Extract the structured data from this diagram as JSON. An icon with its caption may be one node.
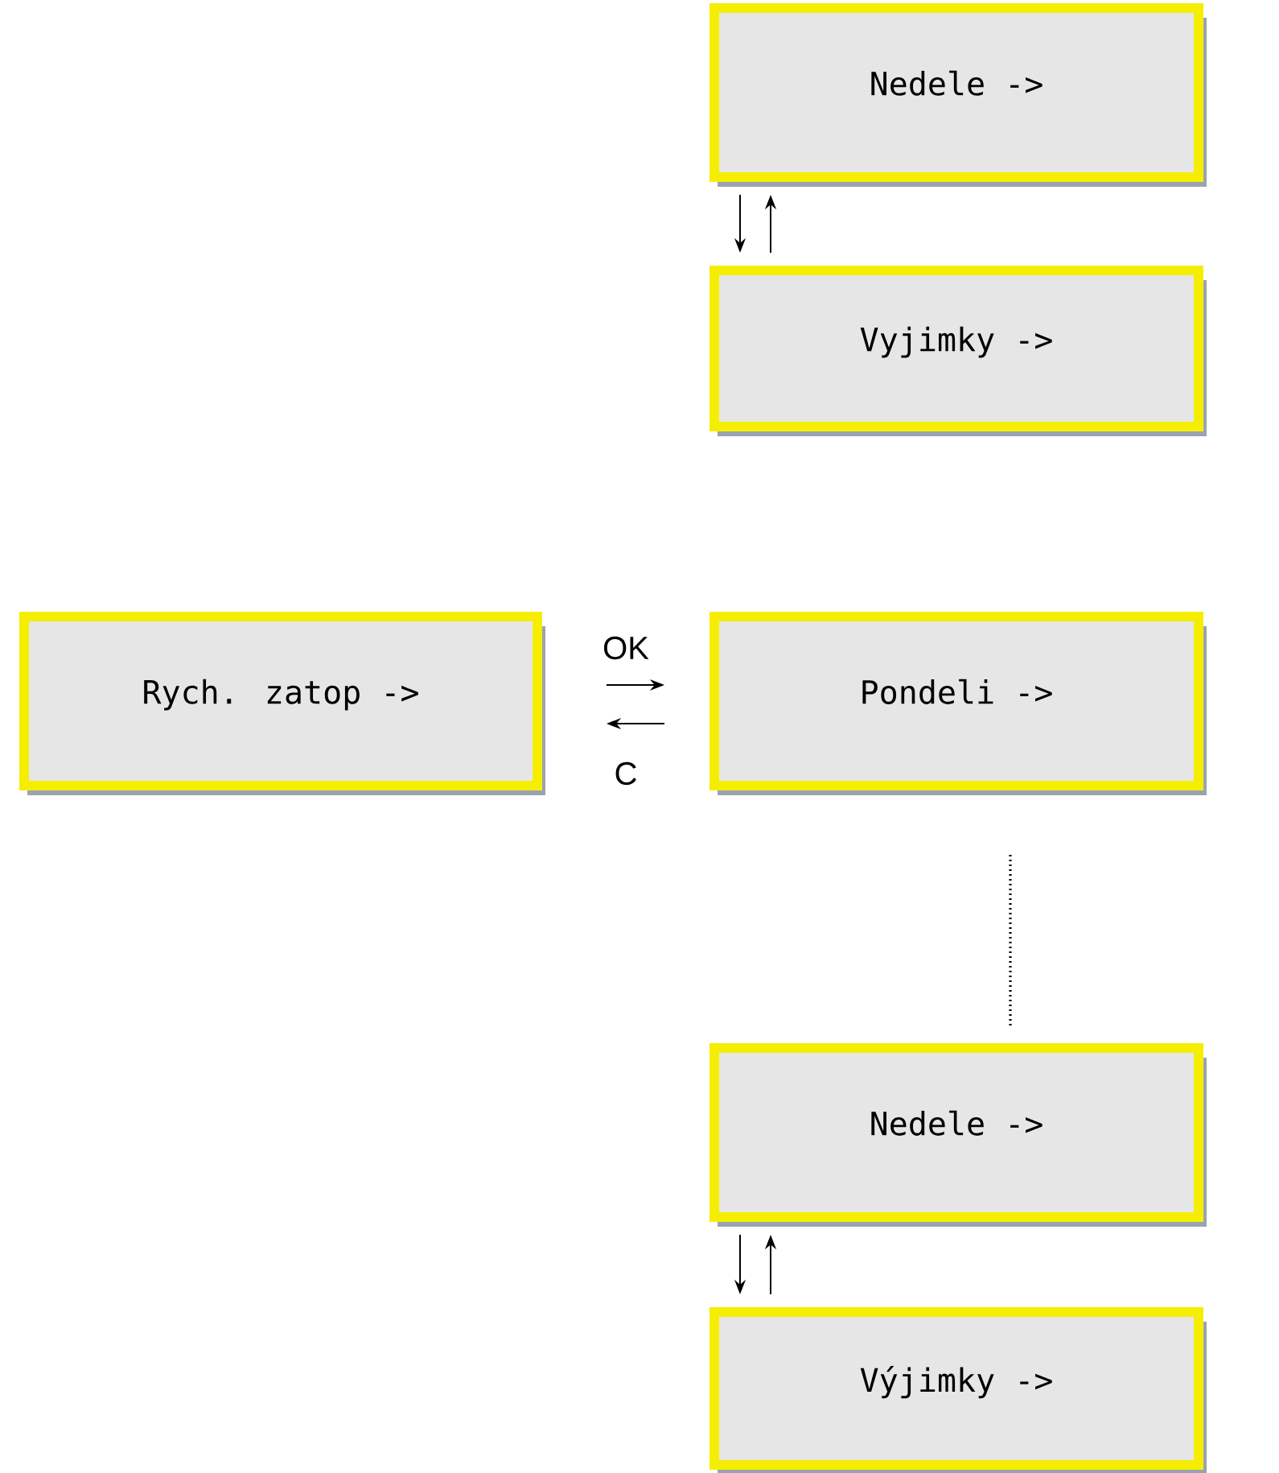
{
  "diagram": {
    "nodes": [
      {
        "text": [
          "Nedele ->"
        ]
      },
      {
        "text": [
          "Vyjimky ->"
        ]
      },
      {
        "text": [
          "Rych. zatop ->"
        ]
      },
      {
        "text": [
          "Pondeli ->"
        ]
      },
      {
        "text": [
          "Nedele ->"
        ]
      },
      {
        "text": [
          "Výjimky ->"
        ]
      }
    ],
    "edges": [
      {
        "from": 0,
        "to": 1,
        "arrow": "to"
      },
      {
        "from": 1,
        "to": 0,
        "arrow": "to"
      },
      {
        "from": 2,
        "to": 3,
        "arrow": "to",
        "label": "OK"
      },
      {
        "from": 3,
        "to": 2,
        "arrow": "to",
        "label": "C"
      },
      {
        "from": 3,
        "to": 4,
        "arrow": "none",
        "style": "dashed"
      },
      {
        "from": 4,
        "to": 5,
        "arrow": "to"
      },
      {
        "from": 5,
        "to": 4,
        "arrow": "to"
      }
    ]
  }
}
